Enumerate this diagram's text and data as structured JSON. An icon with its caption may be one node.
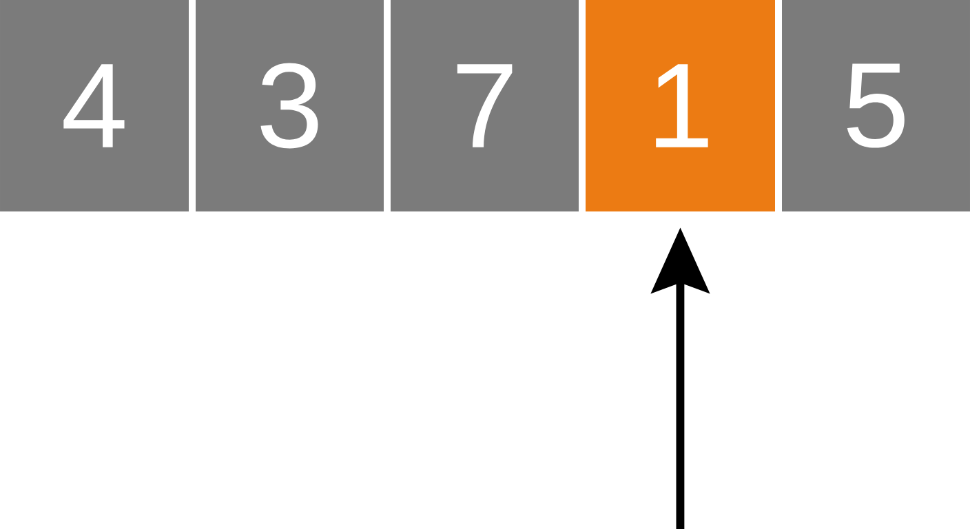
{
  "diagram": {
    "nodes": [
      {
        "text": [
          "4"
        ]
      },
      {
        "text": [
          "3"
        ]
      },
      {
        "text": [
          "7"
        ]
      },
      {
        "text": [
          "1"
        ]
      },
      {
        "text": [
          "5"
        ]
      }
    ],
    "edges": [
      {
        "from": null,
        "to": 3,
        "arrow": "to"
      }
    ]
  }
}
